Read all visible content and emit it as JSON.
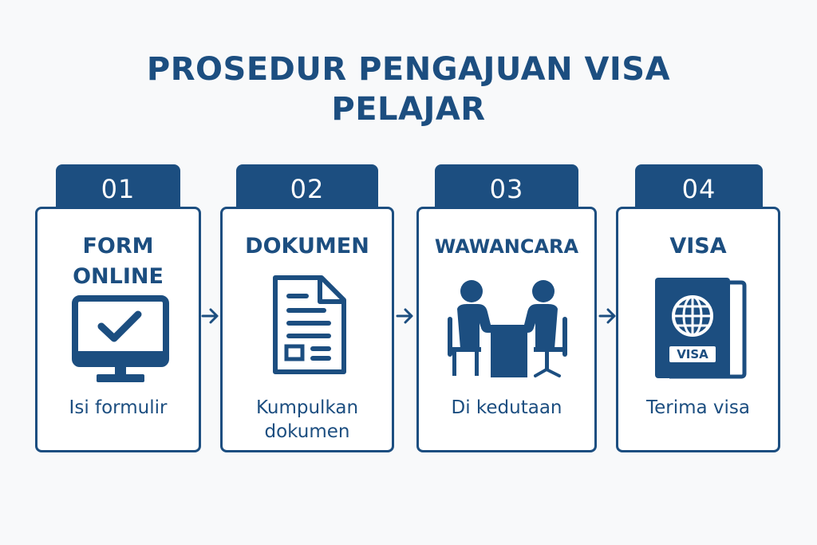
{
  "title": {
    "line1": "PROSEDUR PENGAJUAN VISA",
    "line2": "PELAJAR"
  },
  "steps": [
    {
      "number": "01",
      "title": "FORM\nONLINE",
      "description": "Isi formulir",
      "icon": "monitor-check-icon"
    },
    {
      "number": "02",
      "title": "DOKUMEN",
      "description": "Kumpulkan\ndokumen",
      "icon": "document-icon"
    },
    {
      "number": "03",
      "title": "WAWANCARA",
      "description": "Di kedutaan",
      "icon": "interview-icon"
    },
    {
      "number": "04",
      "title": "VISA",
      "description": "Terima visa",
      "icon": "passport-icon",
      "icon_label": "VISA"
    }
  ],
  "colors": {
    "primary": "#1c4e80",
    "background": "#f8f9fa",
    "card": "#ffffff"
  }
}
